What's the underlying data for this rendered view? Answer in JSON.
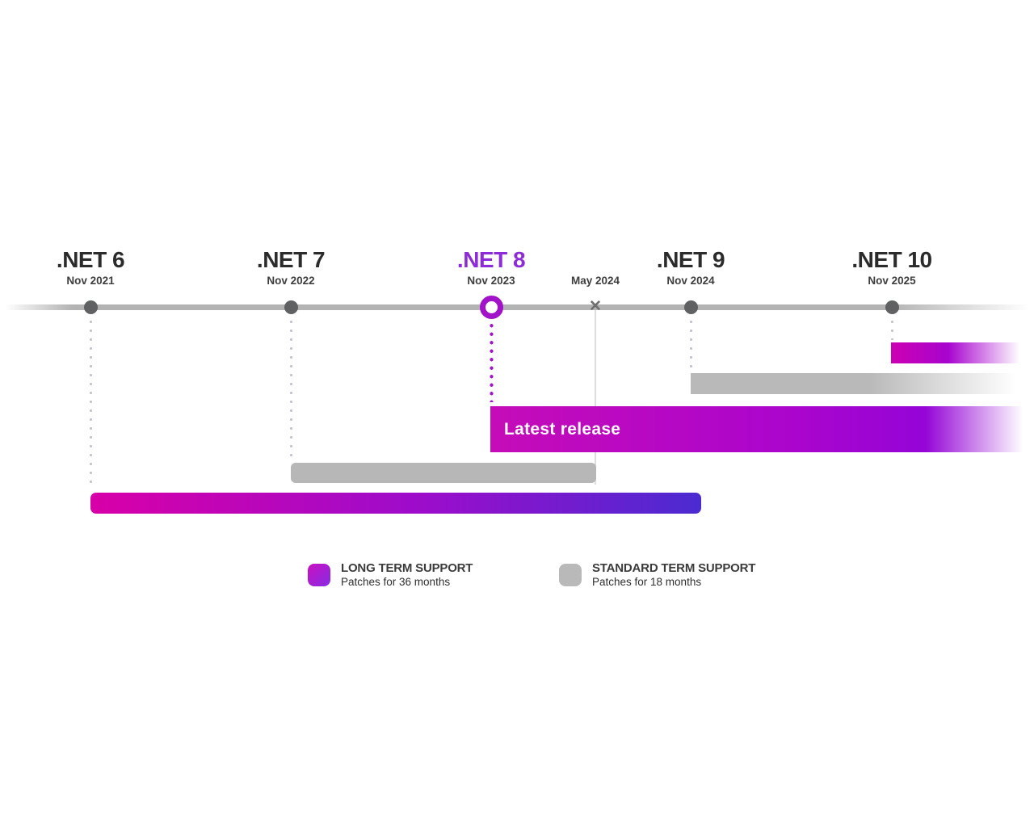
{
  "colors": {
    "magenta": "#CE00AF",
    "purple": "#9405D6",
    "indigo": "#4B2BD1",
    "accent_purple": "#8E2BD9",
    "ring_purple": "#A112C8",
    "gray_bar": "#B9B9B9",
    "track_gray": "#B3B3B3",
    "marker_gray": "#5F6163",
    "text_dark": "#2B2B2B"
  },
  "icons": {
    "end_of_support_x": "✕",
    "release_dot": "dot-marker",
    "latest_ring": "ring-marker"
  },
  "timeline": {
    "milestones": [
      {
        "title": ".NET 6",
        "date": "Nov 2021",
        "marker": "dot"
      },
      {
        "title": ".NET 7",
        "date": "Nov 2022",
        "marker": "dot"
      },
      {
        "title": ".NET 8",
        "date": "Nov 2023",
        "marker": "ring",
        "highlighted": true
      },
      {
        "title": "",
        "date": "May 2024",
        "marker": "x"
      },
      {
        "title": ".NET 9",
        "date": "Nov 2024",
        "marker": "dot"
      },
      {
        "title": ".NET 10",
        "date": "Nov 2025",
        "marker": "dot"
      }
    ]
  },
  "bars": {
    "latest_label": "Latest release"
  },
  "legend": {
    "lts": {
      "title": "LONG TERM SUPPORT",
      "subtitle": "Patches for 36 months"
    },
    "sts": {
      "title": "STANDARD TERM SUPPORT",
      "subtitle": "Patches for 18 months"
    }
  },
  "timeline_data": {
    "type": "timeline",
    "bars": [
      {
        "version": ".NET 6",
        "support": "Long Term Support",
        "start": "Nov 2021",
        "end": "Nov 2024"
      },
      {
        "version": ".NET 7",
        "support": "Standard Term Support",
        "start": "Nov 2022",
        "end": "May 2024"
      },
      {
        "version": ".NET 8",
        "support": "Latest release (Long Term Support)",
        "start": "Nov 2023",
        "end": "beyond right edge of chart"
      },
      {
        "version": ".NET 9",
        "support": "Standard Term Support",
        "start": "Nov 2024",
        "end": "beyond right edge of chart"
      },
      {
        "version": ".NET 10",
        "support": "Long Term Support",
        "start": "Nov 2025",
        "end": "beyond right edge of chart"
      }
    ]
  }
}
